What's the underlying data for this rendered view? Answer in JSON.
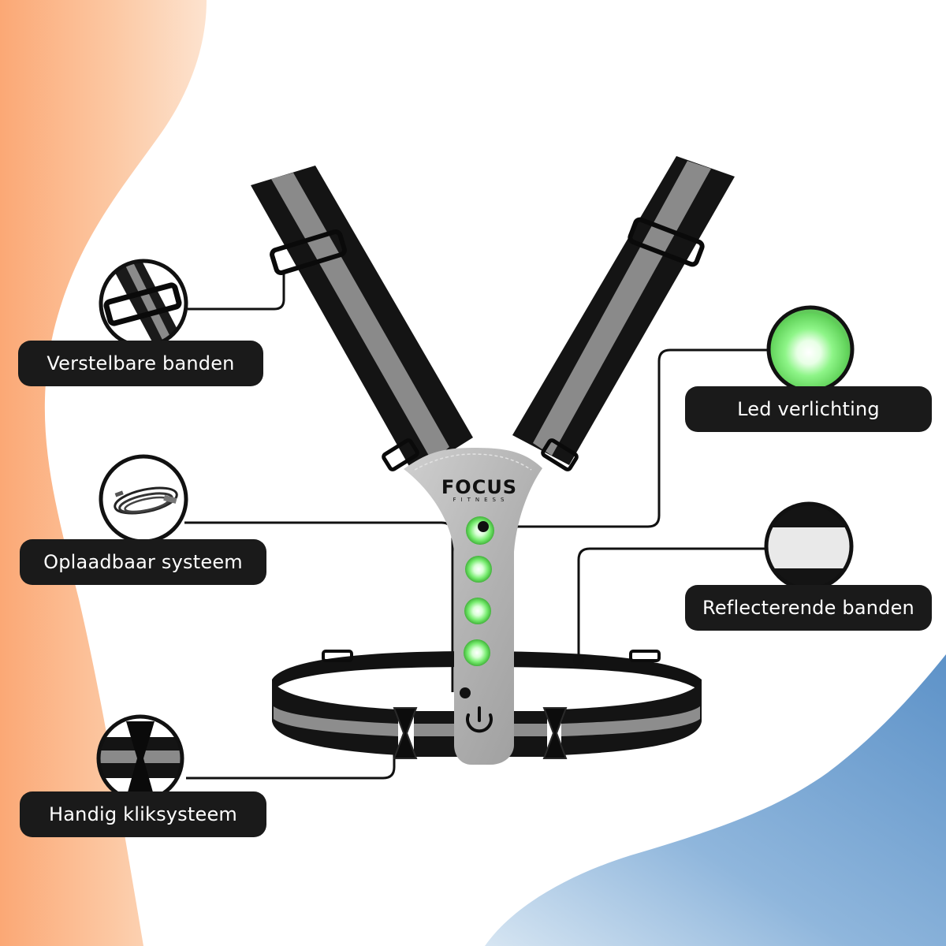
{
  "brand": {
    "name": "FOCUS",
    "tagline": "FITNESS"
  },
  "features": [
    {
      "id": "adjustable",
      "label": "Verstelbare banden",
      "icon": "strap-buckle-icon"
    },
    {
      "id": "rechargeable",
      "label": "Oplaadbaar systeem",
      "icon": "usb-cable-icon"
    },
    {
      "id": "click",
      "label": "Handig kliksysteem",
      "icon": "click-buckle-icon"
    },
    {
      "id": "led",
      "label": "Led verlichting",
      "icon": "green-led-icon"
    },
    {
      "id": "reflective",
      "label": "Reflecterende banden",
      "icon": "reflective-strip-icon"
    }
  ],
  "colors": {
    "background": "#ffffff",
    "orange_wave": "#f9b184",
    "blue_wave": "#6f9fce",
    "label_bg": "#1a1a1a",
    "label_text": "#ffffff",
    "led_green": "#7cf27a",
    "strap_black": "#141414",
    "strap_reflective": "#8a8a8a",
    "vest_panel": "#b4b4b4"
  },
  "icons": {
    "power": "power-button-icon"
  }
}
